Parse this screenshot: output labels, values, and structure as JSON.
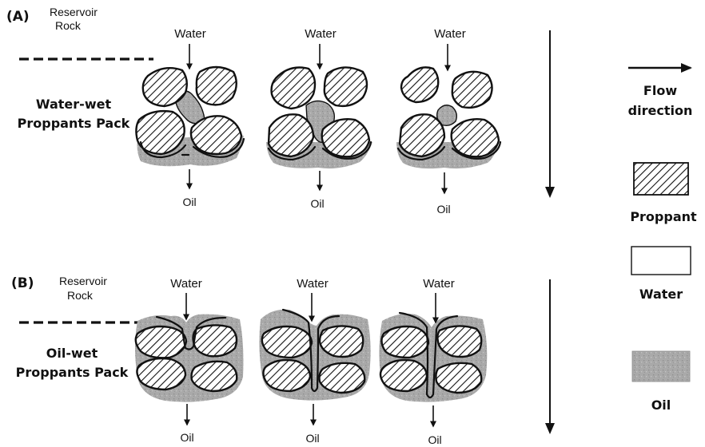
{
  "panel_a": {
    "tag": "(A)",
    "rock_line1": "Reservoir",
    "rock_line2": "Rock",
    "pack_line1": "Water-wet",
    "pack_line2": "Proppants Pack",
    "top_labels": [
      "Water",
      "Water",
      "Water"
    ],
    "bottom_labels": [
      "Oil",
      "Oil",
      "Oil"
    ]
  },
  "panel_b": {
    "tag": "(B)",
    "rock_line1": "Reservoir",
    "rock_line2": "Rock",
    "pack_line1": "Oil-wet",
    "pack_line2": "Proppants Pack",
    "top_labels": [
      "Water",
      "Water",
      "Water"
    ],
    "bottom_labels": [
      "Oil",
      "Oil",
      "Oil"
    ]
  },
  "legend": {
    "flow_line1": "Flow",
    "flow_line2": "direction",
    "proppant": "Proppant",
    "water": "Water",
    "oil": "Oil"
  },
  "colors": {
    "ink": "#111111",
    "oil": "#a9a9a9",
    "water": "#ffffff"
  }
}
